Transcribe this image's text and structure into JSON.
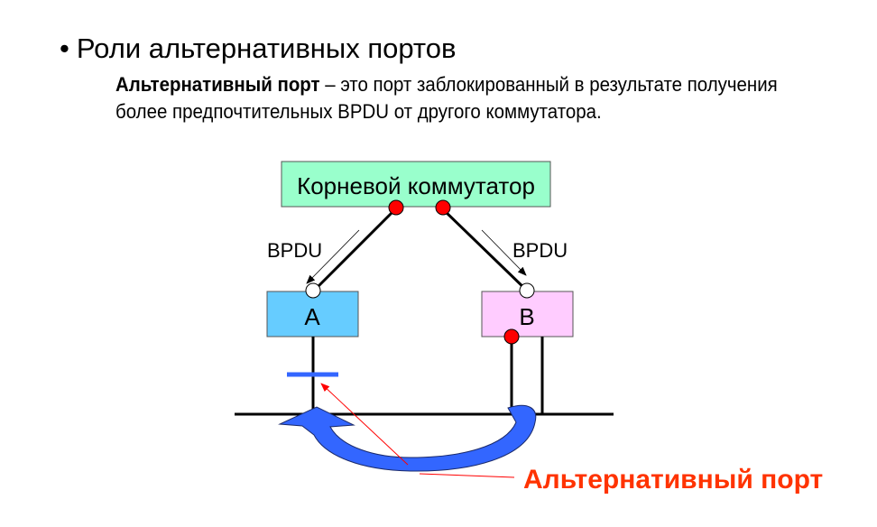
{
  "slide": {
    "title": "Роли альтернативных портов",
    "bullet": "•",
    "definition": {
      "term": "Альтернативный порт",
      "text": " – это порт заблокированный в результате получения более предпочтительных BPDU от другого коммутатора."
    }
  },
  "diagram": {
    "root_switch": {
      "label": "Корневой коммутатор",
      "color": "#99FFCC"
    },
    "switch_a": {
      "label": "A",
      "color": "#66CCFF"
    },
    "switch_b": {
      "label": "B",
      "color": "#FFCCFF"
    },
    "bpdu_left": "BPDU",
    "bpdu_right": "BPDU",
    "callout": {
      "label": "Альтернативный порт",
      "color": "#FF3300"
    },
    "colors": {
      "designated_port": "#FF0000",
      "root_port": "#FFFFFF",
      "blocked_bar": "#3366FF",
      "loop_arrow": "#3366FF"
    }
  }
}
